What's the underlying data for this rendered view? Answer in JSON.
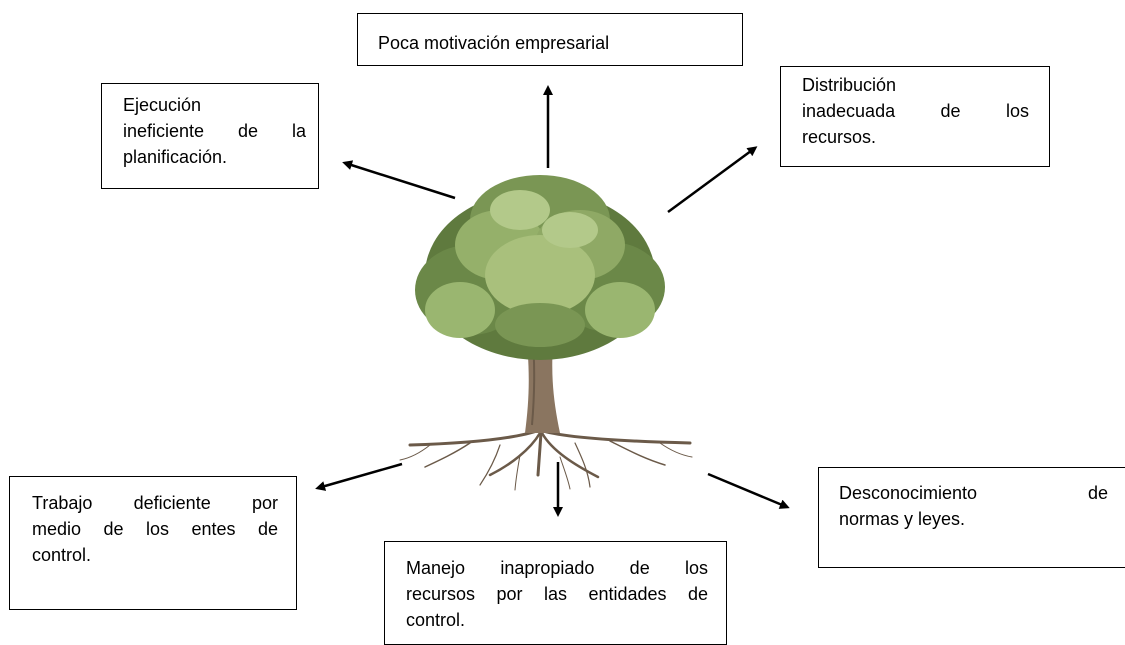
{
  "boxes": {
    "top": "Poca motivación empresarial",
    "top_left": [
      "Ejecución",
      "ineficiente de la",
      "planificación."
    ],
    "top_right": [
      "Distribución",
      "inadecuada de los",
      "recursos."
    ],
    "bottom_left": [
      "Trabajo deficiente por",
      "medio de los entes de",
      "control."
    ],
    "bottom_center": [
      "Manejo inapropiado de los",
      "recursos por las entidades de",
      "control."
    ],
    "bottom_right": [
      "Desconocimiento de",
      "normas y leyes."
    ]
  },
  "colors": {
    "foliage_dark": "#5f7a3e",
    "foliage_light": "#a9c07c",
    "trunk": "#8a7560",
    "roots": "#6b5a49"
  }
}
